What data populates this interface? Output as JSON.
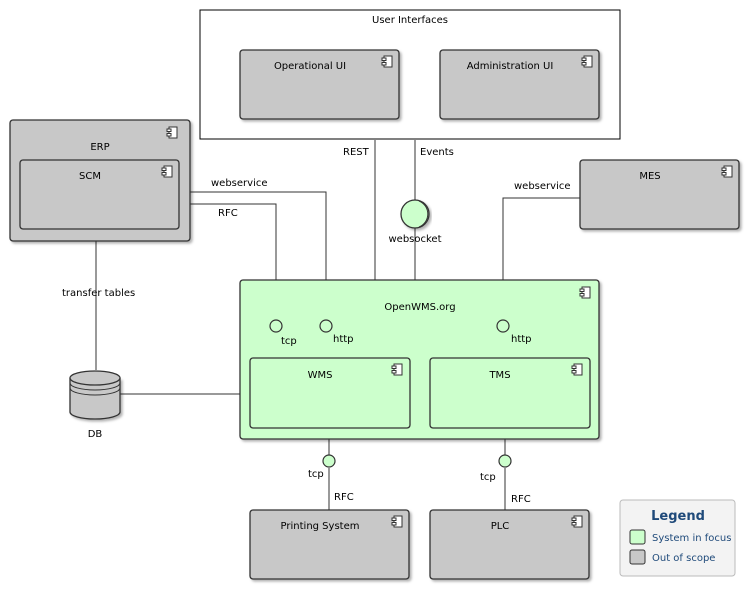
{
  "user_interfaces": {
    "title": "User Interfaces",
    "operational_ui": "Operational UI",
    "administration_ui": "Administration UI"
  },
  "erp": {
    "title": "ERP",
    "scm": "SCM"
  },
  "mes": {
    "title": "MES"
  },
  "openwms": {
    "title": "OpenWMS.org",
    "wms": "WMS",
    "tms": "TMS"
  },
  "db": {
    "label": "DB"
  },
  "printing_system": {
    "title": "Printing System"
  },
  "plc": {
    "title": "PLC"
  },
  "connections": {
    "rest": "REST",
    "events": "Events",
    "websocket": "websocket",
    "scm_webservice": "webservice",
    "scm_rfc": "RFC",
    "mes_webservice": "webservice",
    "transfer_tables": "transfer tables",
    "wms_tcp": "tcp",
    "wms_http": "http",
    "tms_http": "http",
    "wms_down_tcp": "tcp",
    "wms_down_rfc": "RFC",
    "tms_down_tcp": "tcp",
    "tms_down_rfc": "RFC"
  },
  "legend": {
    "title": "Legend",
    "items": [
      {
        "label": "System in focus",
        "color": "#ccffcc"
      },
      {
        "label": "Out of scope",
        "color": "#c8c8c8"
      }
    ]
  },
  "colors": {
    "focus": "#ccffcc",
    "out_of_scope": "#c8c8c8",
    "border": "#333333"
  }
}
